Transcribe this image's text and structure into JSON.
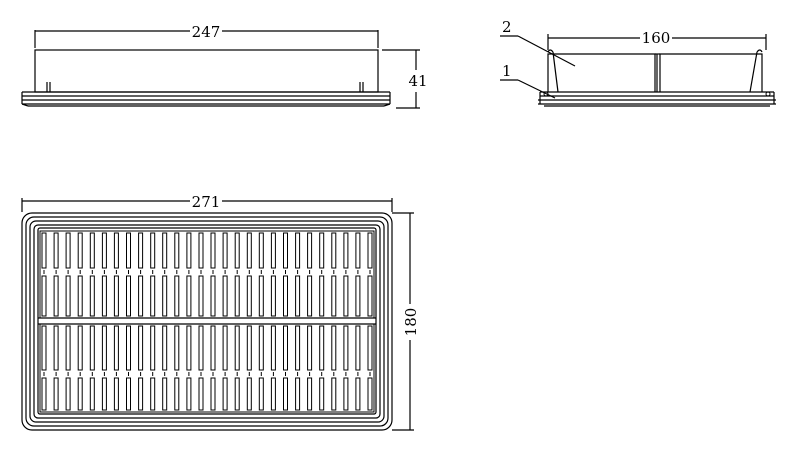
{
  "drawing": {
    "side_view": {
      "length_dimension": "247",
      "height_dimension": "41"
    },
    "section_view": {
      "width_dimension": "160",
      "callouts": [
        "2",
        "1"
      ]
    },
    "top_view": {
      "length_dimension": "271",
      "width_dimension": "180"
    }
  },
  "colors": {
    "line": "#000000",
    "background": "#ffffff"
  }
}
